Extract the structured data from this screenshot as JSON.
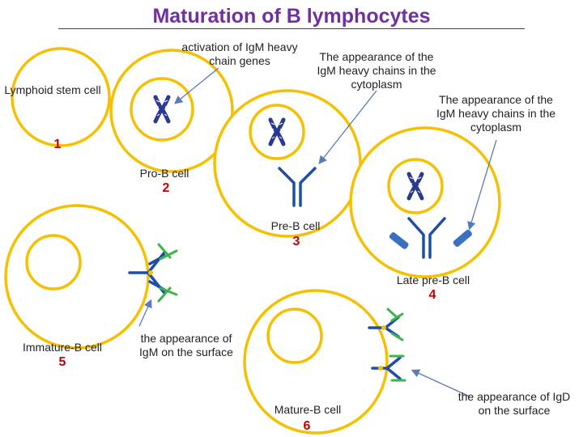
{
  "title": "Maturation of B lymphocytes",
  "colors": {
    "title": "#7030a0",
    "cell_membrane": "#f5c000",
    "number": "#c00000",
    "heavy_chain": "#1f4ea8",
    "light_chain": "#3cb54a",
    "pointer_arrow": "#5a7ab8",
    "chromosome": "#2a3a90",
    "cytoplasmic_heavy_chain": "#3a70c0"
  },
  "stages": [
    {
      "name": "Lymphoid stem cell",
      "number": "1"
    },
    {
      "name": "Pro-B cell",
      "number": "2"
    },
    {
      "name": "Pre-B cell",
      "number": "3"
    },
    {
      "name": "Late pre-B cell",
      "number": "4"
    },
    {
      "name": "Immature-B cell",
      "number": "5"
    },
    {
      "name": "Mature-B cell",
      "number": "6"
    }
  ],
  "annotations": [
    {
      "text": "activation  of IgM heavy chain genes"
    },
    {
      "text": "The  appearance of the IgM heavy chains in the cytoplasm"
    },
    {
      "text": "The  appearance of the IgM heavy chains in the cytoplasm"
    },
    {
      "text": "the appearance of IgM on the surface"
    },
    {
      "text": "the appearance of IgD on the surface"
    }
  ],
  "icons": {
    "chromosome": "chromosome-icon",
    "receptor": "y-shaped-immunoglobulin-icon"
  }
}
